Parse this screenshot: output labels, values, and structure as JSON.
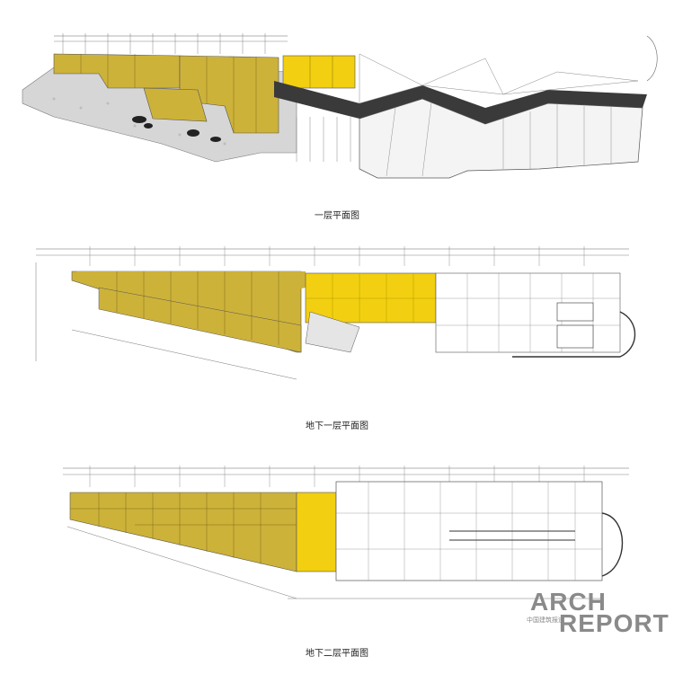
{
  "plans": [
    {
      "id": "ground",
      "caption": "一层平面图"
    },
    {
      "id": "b1",
      "caption": "地下一层平面图"
    },
    {
      "id": "b2",
      "caption": "地下二层平面图"
    }
  ],
  "watermark": {
    "line1": "ARCH",
    "line2": "REPORT",
    "cn": "中国建筑报道"
  },
  "colors": {
    "retail": "#cdb23a",
    "highlight": "#f2cf10",
    "paving": "#d8d8d8",
    "roof": "#3a3a3a",
    "line": "#555555"
  }
}
